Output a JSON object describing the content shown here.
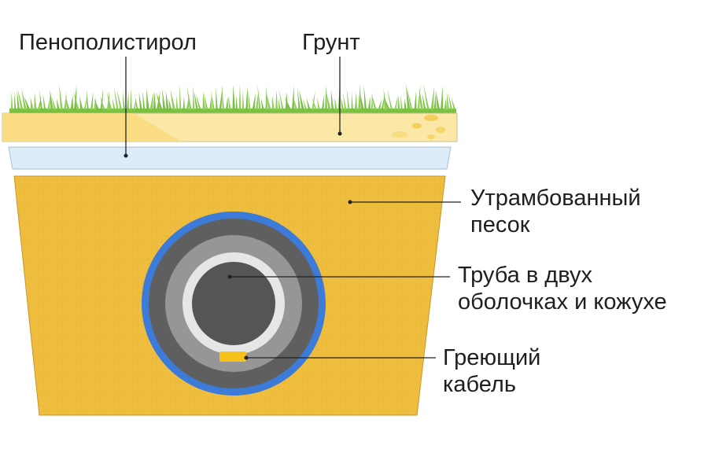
{
  "labels": {
    "foam": "Пенополистирол",
    "soil": "Грунт",
    "sand": [
      "Утрамбованный",
      "песок"
    ],
    "pipe": [
      "Труба в двух",
      "оболочках и кожухе"
    ],
    "cable": [
      "Греющий",
      "кабель"
    ]
  },
  "colors": {
    "grass": "#79c043",
    "soil": "#fbe8a6",
    "foam": "#dcecf8",
    "sand": "#eebd3e",
    "casing_blue": "#3d7bd8",
    "outer_shell": "#5f5f5f",
    "middle_shell": "#969696",
    "inner_ring": "#e6e6e6",
    "pipe_core": "#555555",
    "heating_cable": "#f5c21b",
    "leader_line": "#222222"
  }
}
